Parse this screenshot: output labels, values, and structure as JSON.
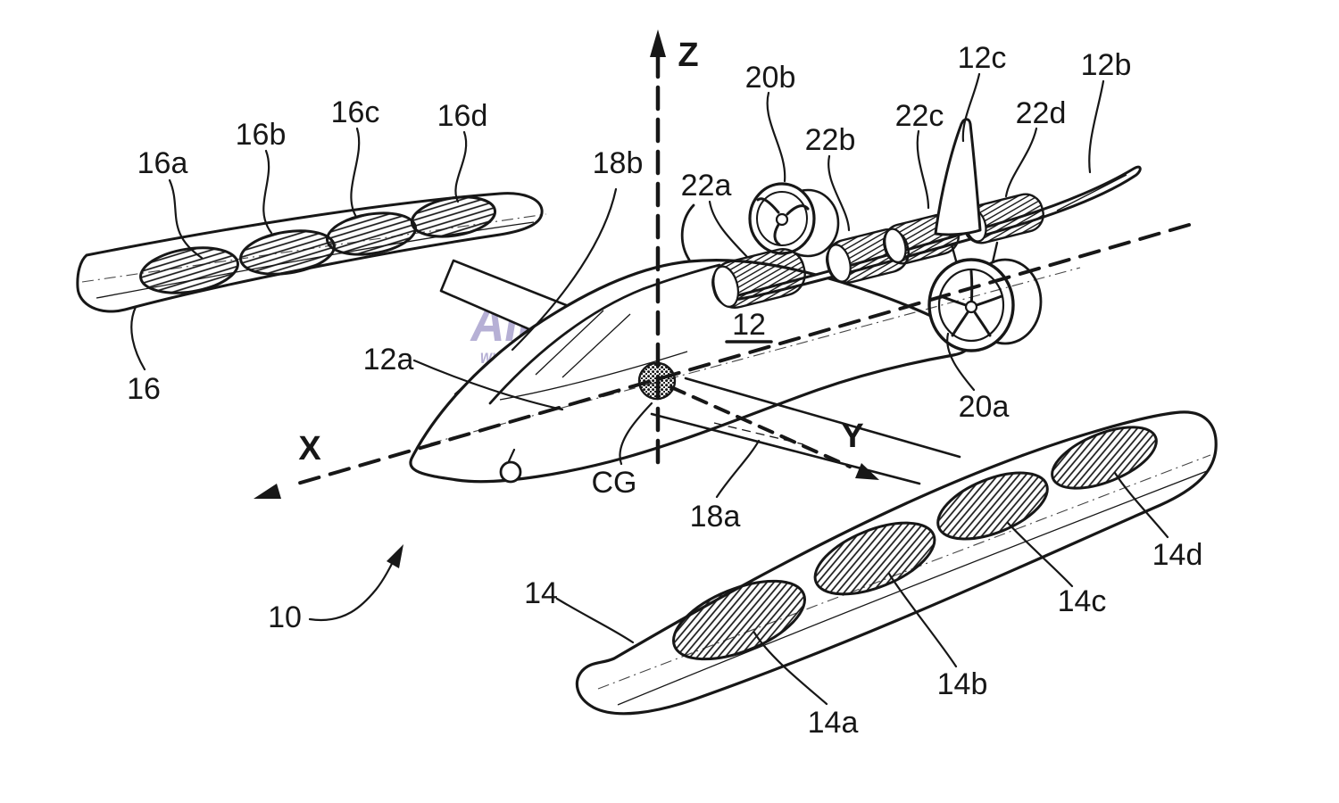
{
  "figure": {
    "background": "#ffffff",
    "ink": "#171717",
    "description": "Patent line drawing of a VTOL aircraft with tilting fan wings, shown in perspective with body axes"
  },
  "watermark": {
    "brand": "AIRWAY",
    "url": "www.airway.com.br",
    "color": "#9b92c5",
    "logo": "compass-rose-icon"
  },
  "axes": {
    "x_label": "X",
    "y_label": "Y",
    "z_label": "Z",
    "cg_label": "CG"
  },
  "labels": {
    "n10": "10",
    "n12": "12",
    "n12a": "12a",
    "n12b": "12b",
    "n12c": "12c",
    "n14": "14",
    "n14a": "14a",
    "n14b": "14b",
    "n14c": "14c",
    "n14d": "14d",
    "n16": "16",
    "n16a": "16a",
    "n16b": "16b",
    "n16c": "16c",
    "n16d": "16d",
    "n18a": "18a",
    "n18b": "18b",
    "n20a": "20a",
    "n20b": "20b",
    "n22a": "22a",
    "n22b": "22b",
    "n22c": "22c",
    "n22d": "22d"
  }
}
